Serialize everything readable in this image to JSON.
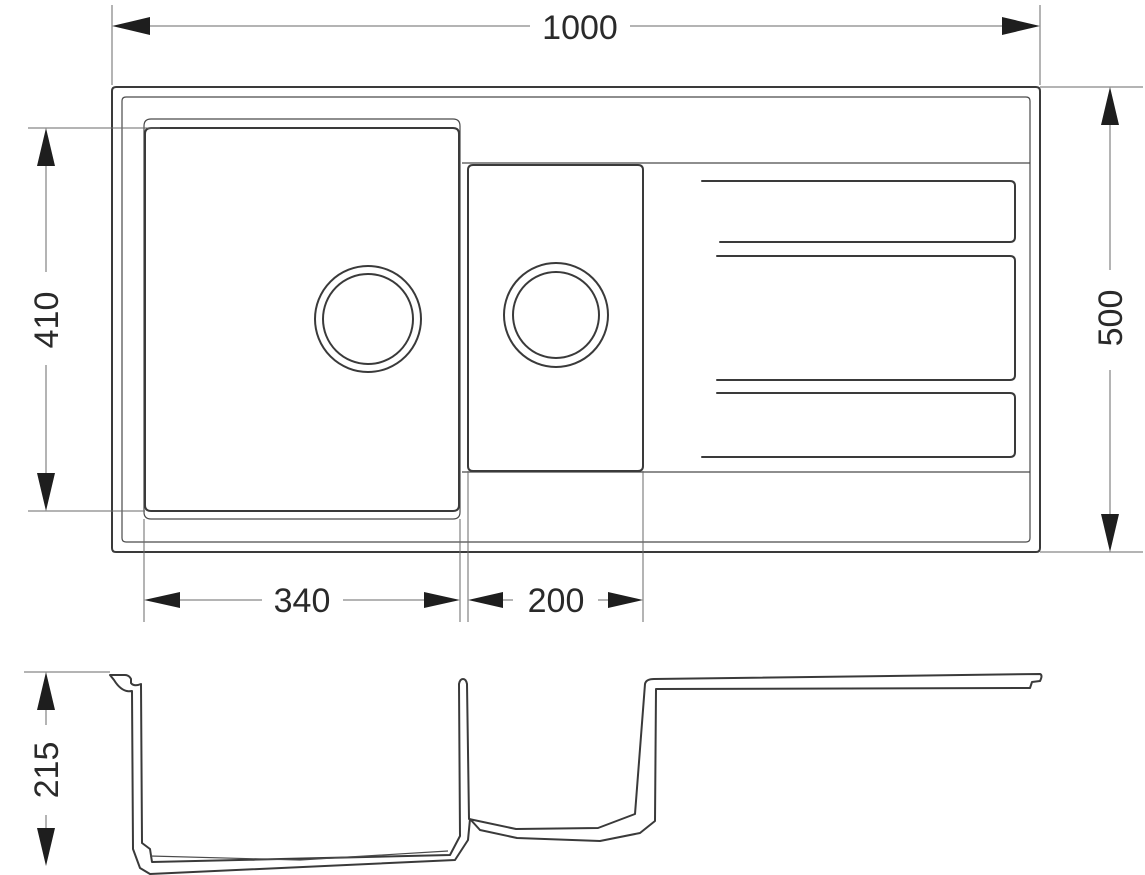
{
  "dimensions": {
    "overall_width": "1000",
    "overall_depth": "500",
    "bowl_depth": "410",
    "main_bowl_width": "340",
    "small_bowl_width": "200",
    "basin_height": "215"
  },
  "colors": {
    "stroke": "#3a3a3a",
    "arrow": "#1e1e1e",
    "background": "#ffffff"
  }
}
